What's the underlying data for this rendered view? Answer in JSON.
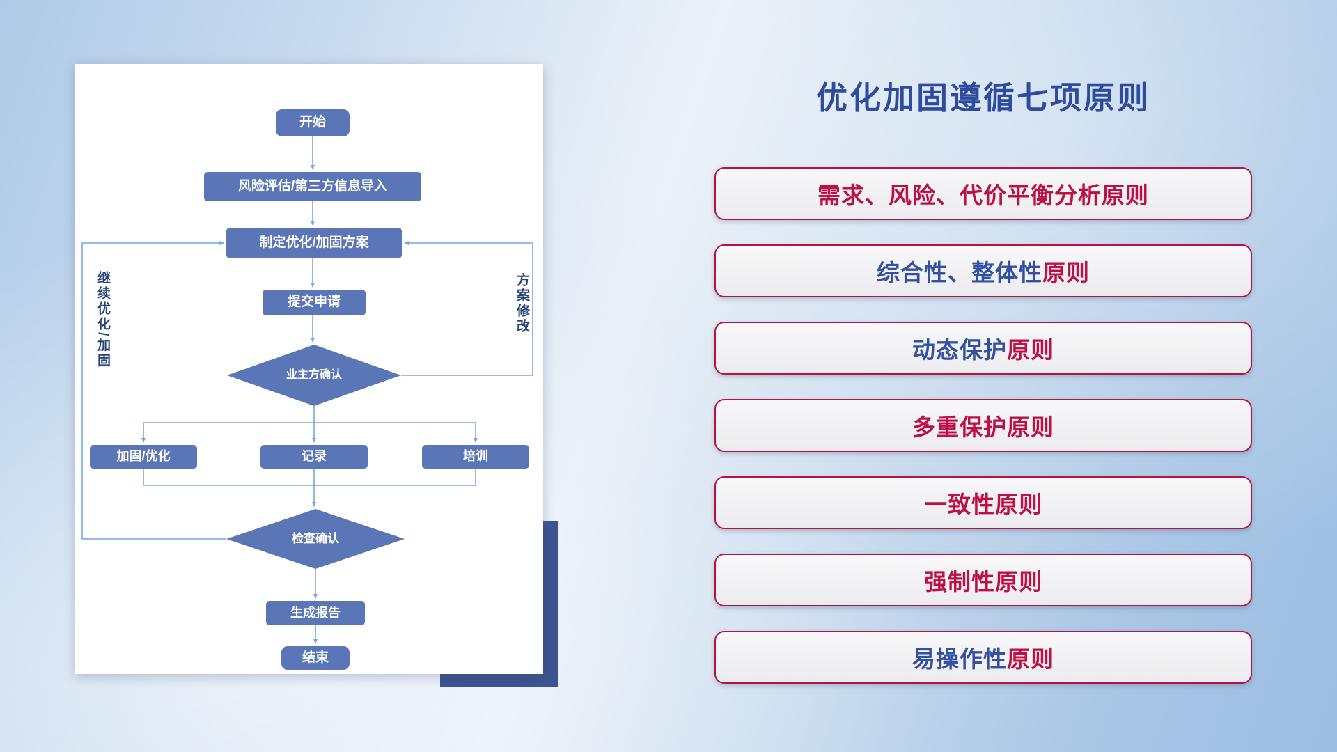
{
  "slide": {
    "title": {
      "text": "优化加固遵循七项原则",
      "color": "#2e4b9e"
    }
  },
  "flowchart": {
    "nodes": {
      "start": "开始",
      "risk_import": "风险评估/第三方信息导入",
      "make_plan": "制定优化/加固方案",
      "submit": "提交申请",
      "owner_confirm": "业主方确认",
      "reinforce": "加固/优化",
      "record": "记录",
      "training": "培训",
      "check_confirm": "检查确认",
      "report": "生成报告",
      "end": "结束"
    },
    "edge_labels": {
      "continue": "继续优化/加固",
      "revise": "方案修改"
    },
    "colors": {
      "node_fill": "#5b76b7",
      "node_text": "#ffffff",
      "connector": "#74a9dc",
      "edge_label": "#27457a"
    }
  },
  "principles": {
    "items": [
      {
        "segments": [
          {
            "text": "需求、风险、代价平衡分析原则",
            "color": "#be1044"
          }
        ]
      },
      {
        "segments": [
          {
            "text": "综合性、整体性",
            "color": "#3450a2"
          },
          {
            "text": "原则",
            "color": "#be1044"
          }
        ]
      },
      {
        "segments": [
          {
            "text": "动态保护",
            "color": "#3450a2"
          },
          {
            "text": "原则",
            "color": "#be1044"
          }
        ]
      },
      {
        "segments": [
          {
            "text": "多重保护原则",
            "color": "#be1044"
          }
        ]
      },
      {
        "segments": [
          {
            "text": "一致性原则",
            "color": "#be1044"
          }
        ]
      },
      {
        "segments": [
          {
            "text": "强制性原则",
            "color": "#be1044"
          }
        ]
      },
      {
        "segments": [
          {
            "text": "易操作性",
            "color": "#3450a2"
          },
          {
            "text": "原则",
            "color": "#be1044"
          }
        ]
      }
    ],
    "style": {
      "border": "#b8123f",
      "fill": "#f2f2f4",
      "red": "#be1044",
      "blue": "#3450a2"
    }
  }
}
